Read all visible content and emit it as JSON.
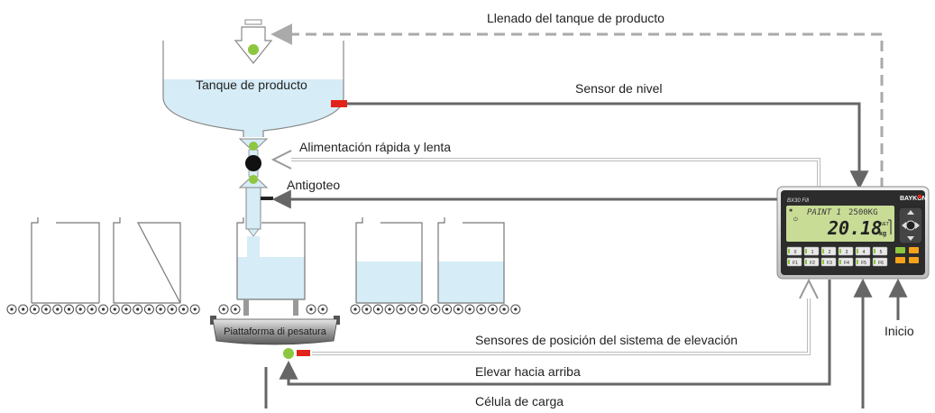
{
  "labels": {
    "filling": "Llenado del tanque de producto",
    "tank": "Tanque de producto",
    "level_sensor": "Sensor de nivel",
    "feed": "Alimentación rápida y lenta",
    "drip": "Antigoteo",
    "platform": "Piattaforma di pesatura",
    "position_sensors": "Sensores de posición del sistema de elevación",
    "raise": "Elevar hacia arriba",
    "load_cell": "Célula de carga",
    "start": "Inicio"
  },
  "indicator": {
    "model": "BX30 Fill",
    "brand": "BAYKON",
    "line1": "PAINT 1",
    "capacity": "2500KG",
    "weight": "20.18",
    "unit": "kg",
    "keys_row1": [
      "0",
      "1",
      "2",
      "3",
      "4",
      "5"
    ],
    "keys_row2": [
      "F1",
      "F2",
      "F3",
      "F4",
      "F5",
      "F6"
    ]
  },
  "colors": {
    "accent_green": "#8dc63f",
    "sensor_red": "#e2231a",
    "liquid": "#d6ecf6",
    "display_green": "#c8dc96",
    "signal_line": "#666666",
    "dashed_line": "#aaaaaa"
  }
}
